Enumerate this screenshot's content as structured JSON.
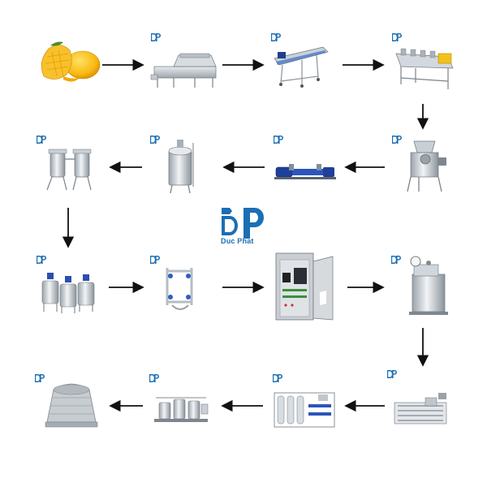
{
  "brand": {
    "name": "Duc Phat",
    "color": "#1a6fb5"
  },
  "steps": [
    {
      "id": 1,
      "name": "mango-fruit-icon"
    },
    {
      "id": 2,
      "name": "washing-machine-icon"
    },
    {
      "id": 3,
      "name": "conveyor-icon"
    },
    {
      "id": 4,
      "name": "sorting-machine-icon"
    },
    {
      "id": 5,
      "name": "pulper-icon"
    },
    {
      "id": 6,
      "name": "screw-pump-icon"
    },
    {
      "id": 7,
      "name": "storage-tank-icon"
    },
    {
      "id": 8,
      "name": "twin-filter-icon"
    },
    {
      "id": 9,
      "name": "mixing-tanks-icon"
    },
    {
      "id": 10,
      "name": "duplex-filter-icon"
    },
    {
      "id": 11,
      "name": "control-cabinet-icon"
    },
    {
      "id": 12,
      "name": "homogenizer-icon"
    },
    {
      "id": 13,
      "name": "tube-sterilizer-icon"
    },
    {
      "id": 14,
      "name": "water-treatment-icon"
    },
    {
      "id": 15,
      "name": "cip-system-icon"
    },
    {
      "id": 16,
      "name": "cooling-tower-icon"
    }
  ]
}
